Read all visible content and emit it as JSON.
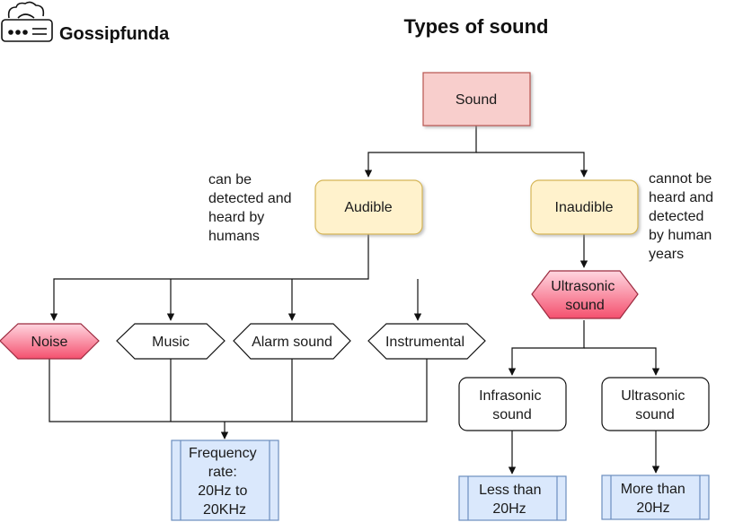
{
  "brand": {
    "name": "Gossipfunda",
    "logo_icon": "gossip-robot-logo-icon"
  },
  "title": "Types of sound",
  "nodes": {
    "sound": "Sound",
    "audible": "Audible",
    "inaudible": "Inaudible",
    "ultrasonic_sound_top": [
      "Ultrasonic",
      "sound"
    ],
    "noise": "Noise",
    "music": "Music",
    "alarm": "Alarm sound",
    "instrumental": "Instrumental",
    "infrasonic": [
      "Infrasonic",
      "sound"
    ],
    "ultrasonic_sound_bottom": [
      "Ultrasonic",
      "sound"
    ],
    "frequency": [
      "Frequency",
      "rate:",
      "20Hz to",
      "20KHz"
    ],
    "less_than": [
      "Less than",
      "20Hz"
    ],
    "more_than": [
      "More than",
      "20Hz"
    ]
  },
  "notes": {
    "audible": [
      "can be",
      "detected and",
      "heard by",
      "humans"
    ],
    "inaudible": [
      "cannot be",
      "heard and",
      "detected",
      "by human",
      "years"
    ]
  },
  "colors": {
    "sound_fill": "#f8cecc",
    "sound_stroke": "#b85450",
    "yellow_fill": "#fff2cc",
    "yellow_stroke": "#d6b656",
    "pink_top": "#ffd6e0",
    "pink_bottom": "#f4506e",
    "pink_stroke": "#9b2a3f",
    "blue_fill": "#dae8fc",
    "blue_stroke": "#6c8ebf"
  }
}
